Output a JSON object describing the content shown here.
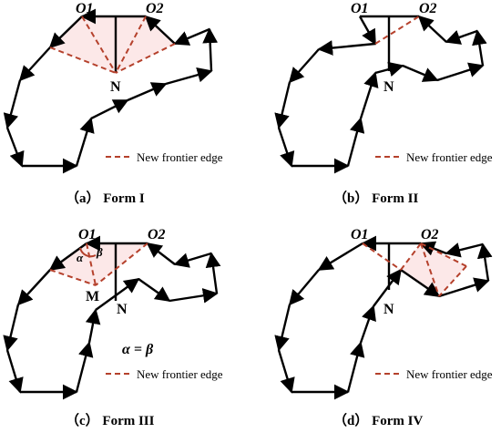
{
  "panels": [
    {
      "id": "a",
      "caption": "（a） Form I",
      "legend": "New frontier edge",
      "labels": {
        "o1": "O1",
        "o2": "O2",
        "n": "N"
      }
    },
    {
      "id": "b",
      "caption": "（b） Form II",
      "legend": "New frontier edge",
      "labels": {
        "o1": "O1",
        "o2": "O2",
        "n": "N"
      }
    },
    {
      "id": "c",
      "caption": "（c） Form III",
      "legend": "New frontier edge",
      "equation": "α = β",
      "labels": {
        "o1": "O1",
        "o2": "O2",
        "n": "N",
        "m": "M",
        "alpha": "α",
        "beta": "β"
      }
    },
    {
      "id": "d",
      "caption": "（d） Form IV",
      "legend": "New frontier edge",
      "labels": {
        "o1": "O1",
        "o2": "O2",
        "n": "N"
      }
    }
  ],
  "colors": {
    "edge": "#000000",
    "frontier": "#b5412c",
    "shade": "#f9d6d6"
  }
}
